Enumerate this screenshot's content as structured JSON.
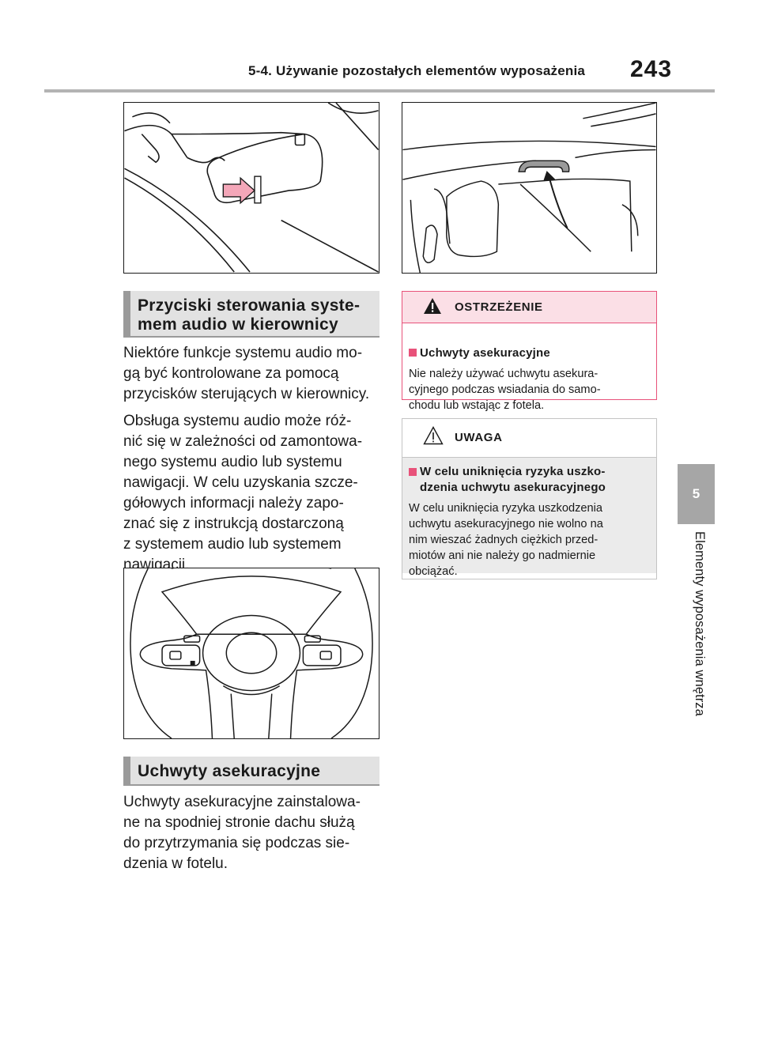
{
  "header": {
    "section_title": "5-4. Używanie pozostałych elementów wyposażenia",
    "page_number": "243"
  },
  "side_tab": {
    "chapter_number": "5",
    "chapter_title": "Elementy wyposażenia wnętrza"
  },
  "sections": [
    {
      "heading": "Przyciski sterowania syste-\nmem audio w kierownicy",
      "paragraphs": [
        "Niektóre funkcje systemu audio mo-\ngą być kontrolowane za pomocą\nprzycisków sterujących w kierownicy.",
        "Obsługa systemu audio może róż-\nnić się w zależności od zamontowa-\nnego systemu audio lub systemu\nnawigacji. W celu uzyskania szcze-\ngółowych informacji należy zapo-\nznać się z instrukcją dostarczoną\nz systemem audio lub systemem\nnawigacji."
      ]
    },
    {
      "heading": "Uchwyty asekuracyjne",
      "paragraphs": [
        "Uchwyty asekuracyjne zainstalowa-\nne na spodniej stronie dachu służą\ndo przytrzymania się podczas sie-\ndzenia w fotelu."
      ]
    }
  ],
  "warning_box": {
    "title": "OSTRZEŻENIE",
    "subheading": "Uchwyty asekuracyjne",
    "body": "Nie należy używać uchwytu asekura-\ncyjnego podczas wsiadania do samo-\nchodu lub wstając z fotela.",
    "border_color": "#e8527a",
    "fill_color": "#fbdfe6"
  },
  "notice_box": {
    "title": "UWAGA",
    "subheading": "W celu uniknięcia ryzyka uszko-\ndzenia uchwytu asekuracyjnego",
    "body": "W celu uniknięcia ryzyka uszkodzenia\nuchwytu asekuracyjnego nie wolno na\nnim wieszać żadnych ciężkich przed-\nmiotów ani nie należy go nadmiernie\nobciążać.",
    "border_color": "#b0b0b0",
    "fill_color": "#ebebeb"
  },
  "figures": {
    "sun_visor": "sun-visor-illustration",
    "assist_grip": "assist-grip-illustration",
    "steering_wheel": "steering-wheel-illustration"
  },
  "colors": {
    "accent_pink": "#e8527a",
    "heading_bar": "#9a9a9a",
    "heading_fill": "#e2e2e2"
  }
}
